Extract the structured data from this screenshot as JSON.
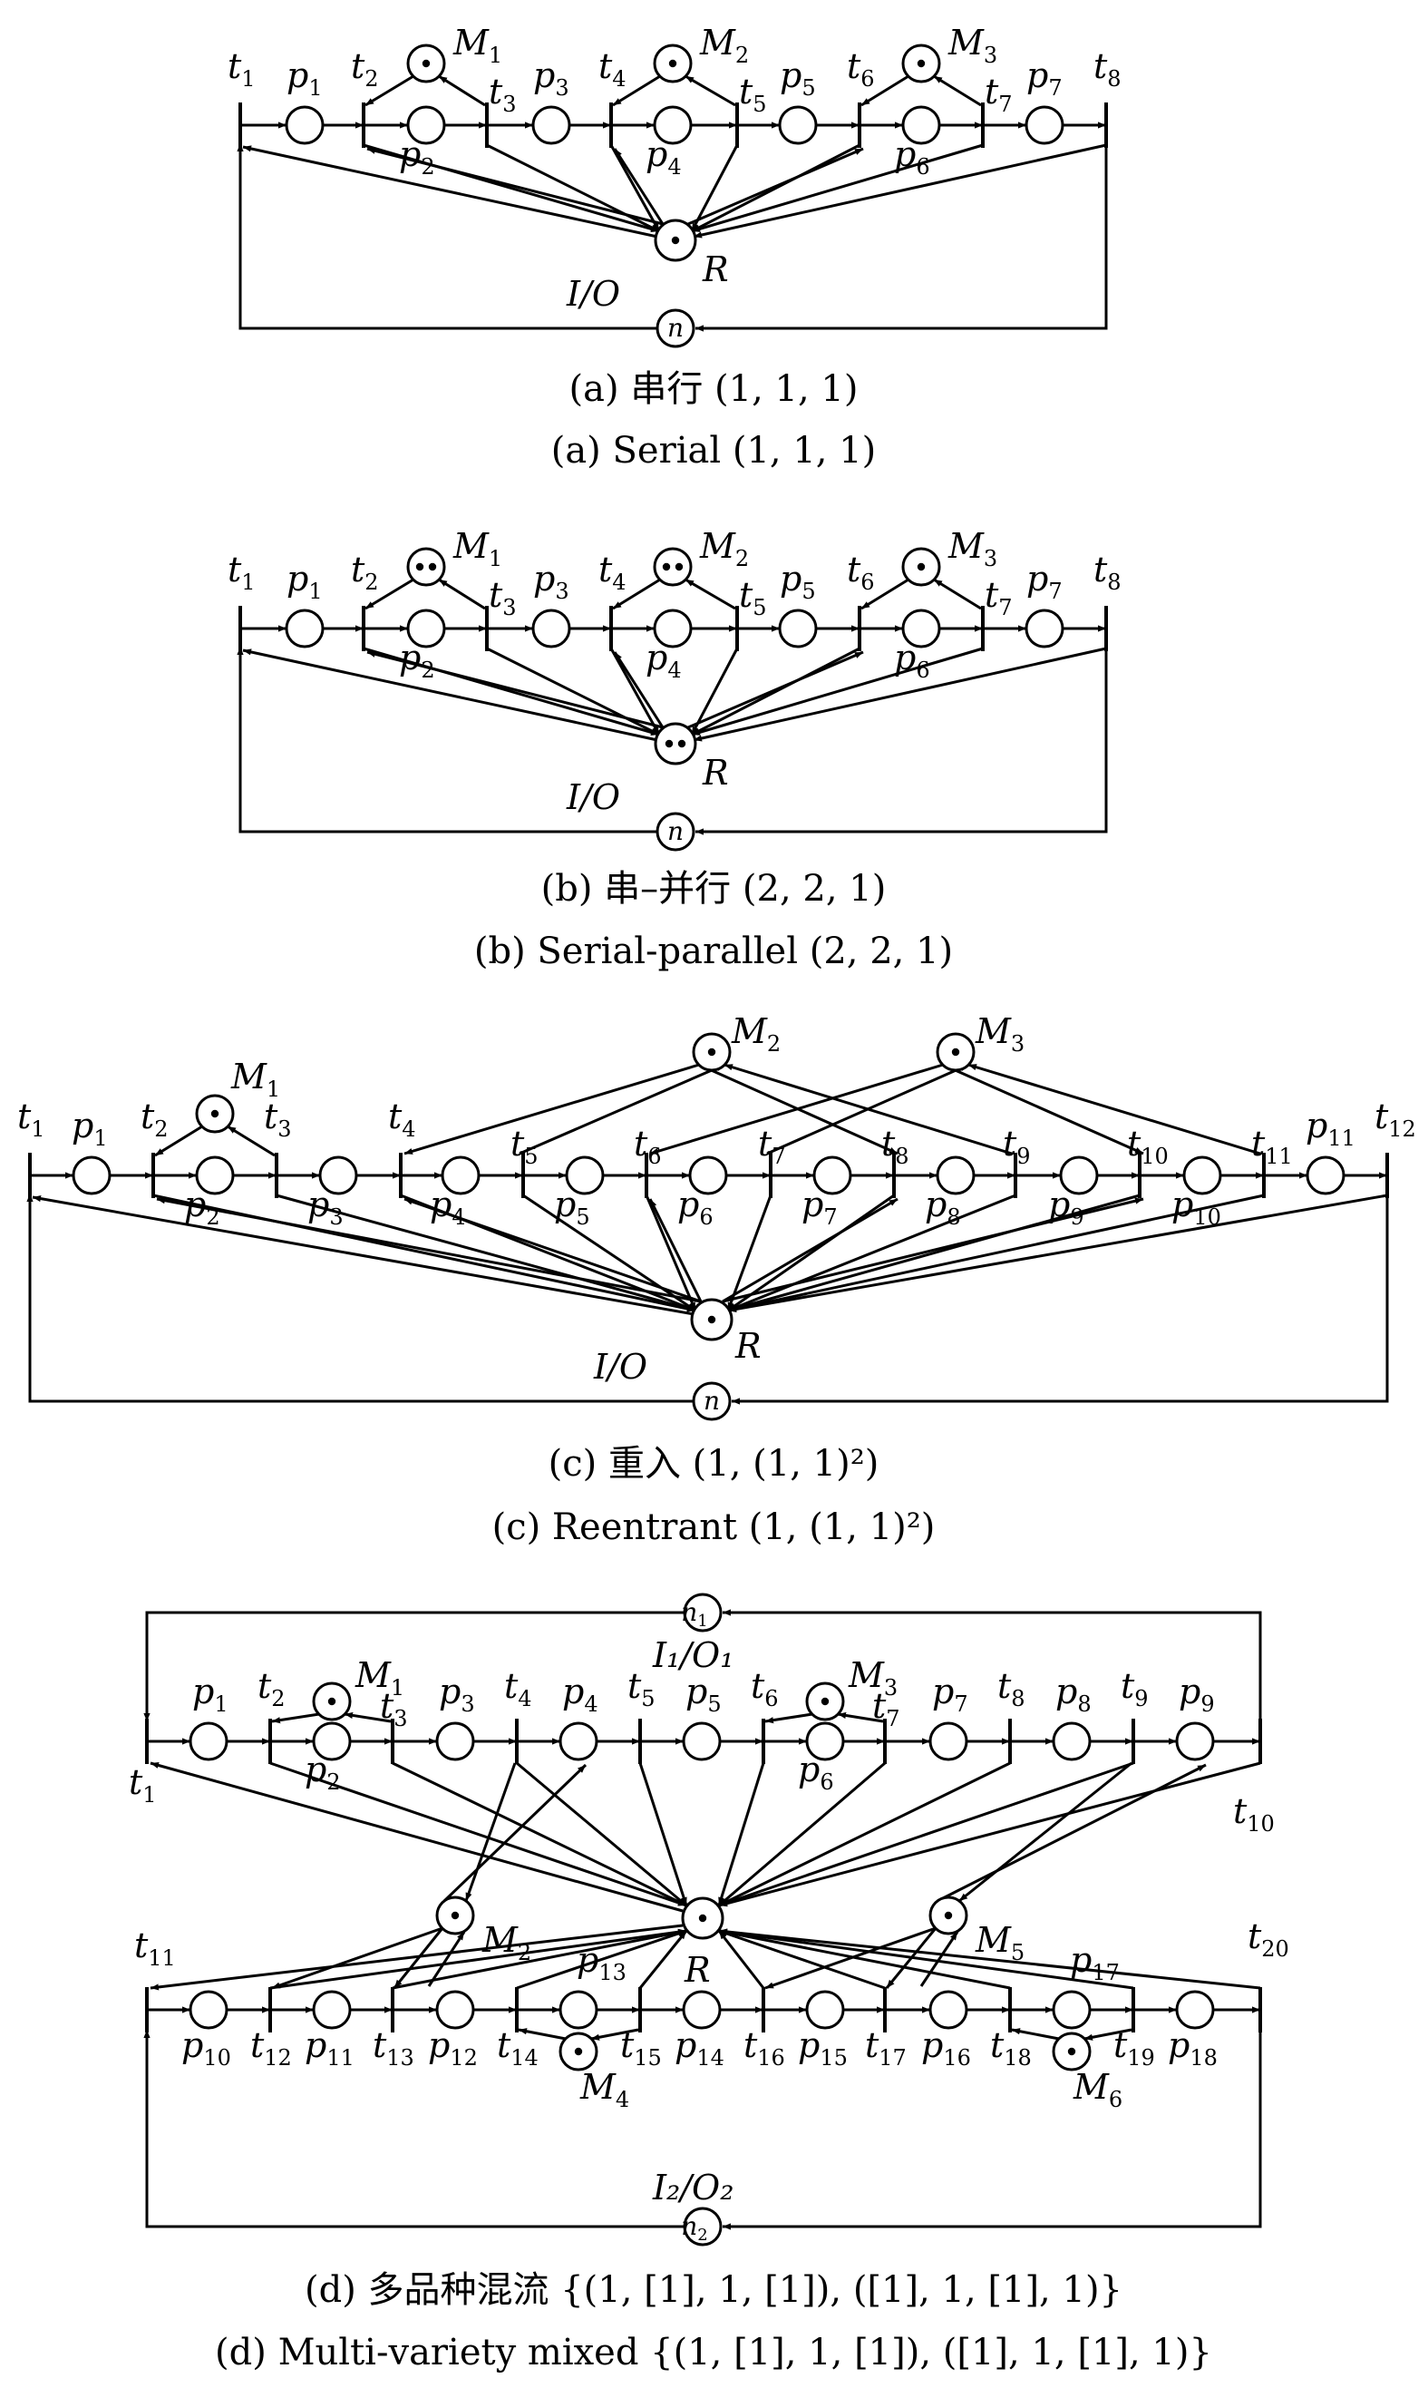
{
  "panels": [
    {
      "id": "a",
      "caption_cn": "(a) 串行 (1, 1, 1)",
      "caption_en": "(a) Serial (1, 1, 1)",
      "resource": "R",
      "io": "I/O",
      "io_token": "n",
      "machines": [
        {
          "label": "M",
          "sub": "1",
          "tokens": 1
        },
        {
          "label": "M",
          "sub": "2",
          "tokens": 1
        },
        {
          "label": "M",
          "sub": "3",
          "tokens": 1
        }
      ],
      "transitions": [
        "1",
        "2",
        "3",
        "4",
        "5",
        "6",
        "7",
        "8"
      ],
      "places": [
        "1",
        "2",
        "3",
        "4",
        "5",
        "6",
        "7"
      ]
    },
    {
      "id": "b",
      "caption_cn": "(b) 串–并行 (2, 2, 1)",
      "caption_en": "(b) Serial-parallel (2, 2, 1)",
      "resource": "R",
      "io": "I/O",
      "io_token": "n",
      "machines": [
        {
          "label": "M",
          "sub": "1",
          "tokens": 2
        },
        {
          "label": "M",
          "sub": "2",
          "tokens": 2
        },
        {
          "label": "M",
          "sub": "3",
          "tokens": 1
        }
      ],
      "transitions": [
        "1",
        "2",
        "3",
        "4",
        "5",
        "6",
        "7",
        "8"
      ],
      "places": [
        "1",
        "2",
        "3",
        "4",
        "5",
        "6",
        "7"
      ]
    },
    {
      "id": "c",
      "caption_cn": "(c) 重入 (1, (1, 1)²)",
      "caption_en": "(c) Reentrant (1, (1, 1)²)",
      "resource": "R",
      "io": "I/O",
      "io_token": "n",
      "machines": [
        {
          "label": "M",
          "sub": "1",
          "tokens": 1
        },
        {
          "label": "M",
          "sub": "2",
          "tokens": 1
        },
        {
          "label": "M",
          "sub": "3",
          "tokens": 1
        }
      ],
      "transitions": [
        "1",
        "2",
        "3",
        "4",
        "5",
        "6",
        "7",
        "8",
        "9",
        "10",
        "11",
        "12"
      ],
      "places": [
        "1",
        "2",
        "3",
        "4",
        "5",
        "6",
        "7",
        "8",
        "9",
        "10",
        "11"
      ]
    },
    {
      "id": "d",
      "caption_cn": "(d) 多品种混流 {(1, [1], 1, [1]), ([1], 1, [1], 1)}",
      "caption_en": "(d) Multi-variety mixed {(1, [1], 1, [1]), ([1], 1, [1], 1)}",
      "resource": "R",
      "io1": "I₁/O₁",
      "io2": "I₂/O₂",
      "io_token1": "n₁",
      "io_token2": "n₂",
      "machines": [
        {
          "label": "M",
          "sub": "1"
        },
        {
          "label": "M",
          "sub": "2"
        },
        {
          "label": "M",
          "sub": "3"
        },
        {
          "label": "M",
          "sub": "4"
        },
        {
          "label": "M",
          "sub": "5"
        },
        {
          "label": "M",
          "sub": "6"
        }
      ],
      "transitions_upper": [
        "1",
        "2",
        "3",
        "4",
        "5",
        "6",
        "7",
        "8",
        "9",
        "10"
      ],
      "places_upper": [
        "1",
        "2",
        "3",
        "4",
        "5",
        "6",
        "7",
        "8",
        "9"
      ],
      "transitions_lower": [
        "11",
        "12",
        "13",
        "14",
        "15",
        "16",
        "17",
        "18",
        "19",
        "20"
      ],
      "places_lower": [
        "10",
        "11",
        "12",
        "13",
        "14",
        "15",
        "16",
        "17",
        "18"
      ]
    }
  ]
}
